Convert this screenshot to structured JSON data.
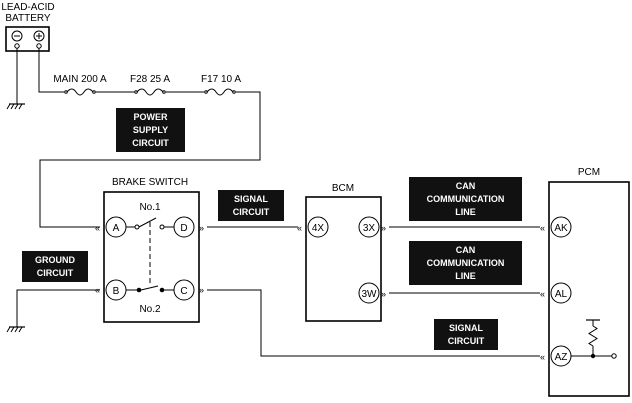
{
  "battery": {
    "title_line1": "LEAD-ACID",
    "title_line2": "BATTERY",
    "neg_symbol": "⊖",
    "pos_symbol": "⊕"
  },
  "fuses": {
    "main": "MAIN 200 A",
    "f28": "F28 25 A",
    "f17": "F17 10 A"
  },
  "labels": {
    "power_supply": [
      "POWER",
      "SUPPLY",
      "CIRCUIT"
    ],
    "signal_top": [
      "SIGNAL",
      "CIRCUIT"
    ],
    "ground": [
      "GROUND",
      "CIRCUIT"
    ],
    "can1": [
      "CAN",
      "COMMUNICATION",
      "LINE"
    ],
    "can2": [
      "CAN",
      "COMMUNICATION",
      "LINE"
    ],
    "signal_bottom": [
      "SIGNAL",
      "CIRCUIT"
    ]
  },
  "brake_switch": {
    "title": "BRAKE SWITCH",
    "no1": "No.1",
    "no2": "No.2",
    "terminals": {
      "a": "A",
      "b": "B",
      "c": "C",
      "d": "D"
    }
  },
  "bcm": {
    "title": "BCM",
    "terminals": {
      "t4x": "4X",
      "t3x": "3X",
      "t3w": "3W"
    }
  },
  "pcm": {
    "title": "PCM",
    "terminals": {
      "ak": "AK",
      "al": "AL",
      "az": "AZ"
    }
  }
}
